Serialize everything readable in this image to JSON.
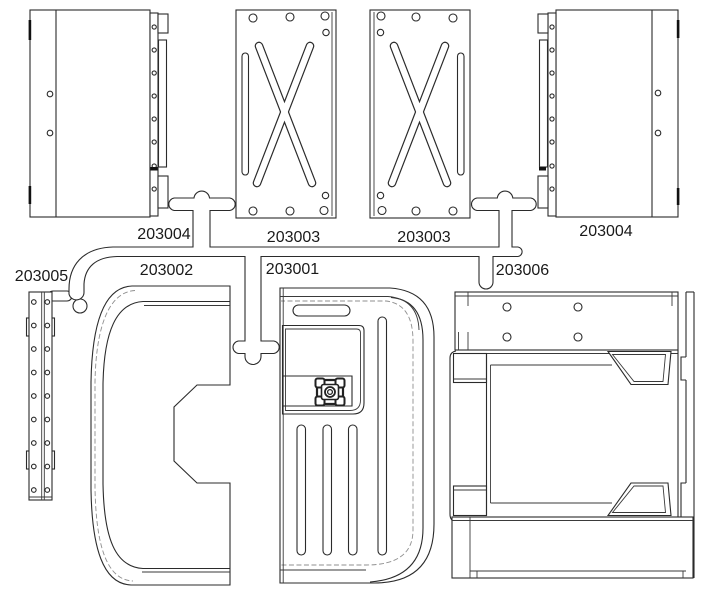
{
  "diagram": {
    "type": "parts-diagram",
    "background": "#ffffff",
    "line_color": "#2b2b2b",
    "labels": [
      {
        "text": "203004",
        "location": "top-left-side-panel"
      },
      {
        "text": "203003",
        "location": "top-cross-brace-plate-left"
      },
      {
        "text": "203003",
        "location": "top-cross-brace-plate-right"
      },
      {
        "text": "203004",
        "location": "top-right-side-panel"
      },
      {
        "text": "203005",
        "location": "left-hinge-strip"
      },
      {
        "text": "203002",
        "location": "bottom-left-cover"
      },
      {
        "text": "203001",
        "location": "bottom-middle-tray"
      },
      {
        "text": "203006",
        "location": "bottom-right-chassis-box"
      }
    ]
  }
}
